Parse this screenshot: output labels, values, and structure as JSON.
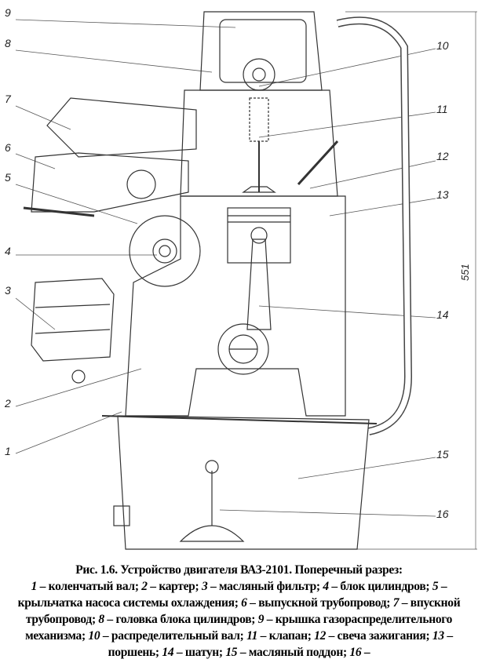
{
  "figure": {
    "callouts": {
      "c1": "1",
      "c2": "2",
      "c3": "3",
      "c4": "4",
      "c5": "5",
      "c6": "6",
      "c7": "7",
      "c8": "8",
      "c9": "9",
      "c10": "10",
      "c11": "11",
      "c12": "12",
      "c13": "13",
      "c14": "14",
      "c15": "15",
      "c16": "16"
    },
    "dimension": "551"
  },
  "caption": {
    "title": "Рис. 1.6. Устройство двигателя ВАЗ-2101. Поперечный разрез:",
    "items": [
      {
        "n": "1",
        "t": "коленчатый вал;"
      },
      {
        "n": "2",
        "t": "картер;"
      },
      {
        "n": "3",
        "t": "масляный фильтр;"
      },
      {
        "n": "4",
        "t": "блок цилиндров;"
      },
      {
        "n": "5",
        "t": "крыльчатка насоса системы охлаждения;"
      },
      {
        "n": "6",
        "t": "выпускной трубопровод;"
      },
      {
        "n": "7",
        "t": "впускной трубопровод;"
      },
      {
        "n": "8",
        "t": "головка блока цилиндров;"
      },
      {
        "n": "9",
        "t": "крышка газораспределительного механизма;"
      },
      {
        "n": "10",
        "t": "распределительный вал;"
      },
      {
        "n": "11",
        "t": "клапан;"
      },
      {
        "n": "12",
        "t": "свеча зажигания;"
      },
      {
        "n": "13",
        "t": "поршень;"
      },
      {
        "n": "14",
        "t": "шатун;"
      },
      {
        "n": "15",
        "t": "масляный поддон;"
      },
      {
        "n": "16",
        "t": ""
      }
    ]
  }
}
